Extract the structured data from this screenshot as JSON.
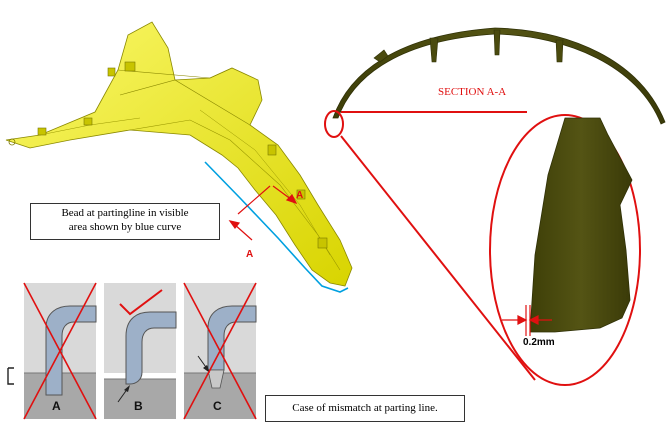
{
  "section_title": "SECTION A-A",
  "section_marker": "A",
  "gap_dimension": "0.2mm",
  "bead_caption_line1": "Bead at partingline in visible",
  "bead_caption_line2": "area shown by blue curve",
  "mismatch_caption": "Case of mismatch at parting line.",
  "case_labels": [
    "A",
    "B",
    "C"
  ],
  "colors": {
    "part_yellow": "#f2f000",
    "section_olive": "#4a4a0e",
    "callout_red": "#e01010",
    "bead_blue": "#00a0e0",
    "tool_gray": "#a8a8a8",
    "bead_steel": "#9db0c8"
  }
}
